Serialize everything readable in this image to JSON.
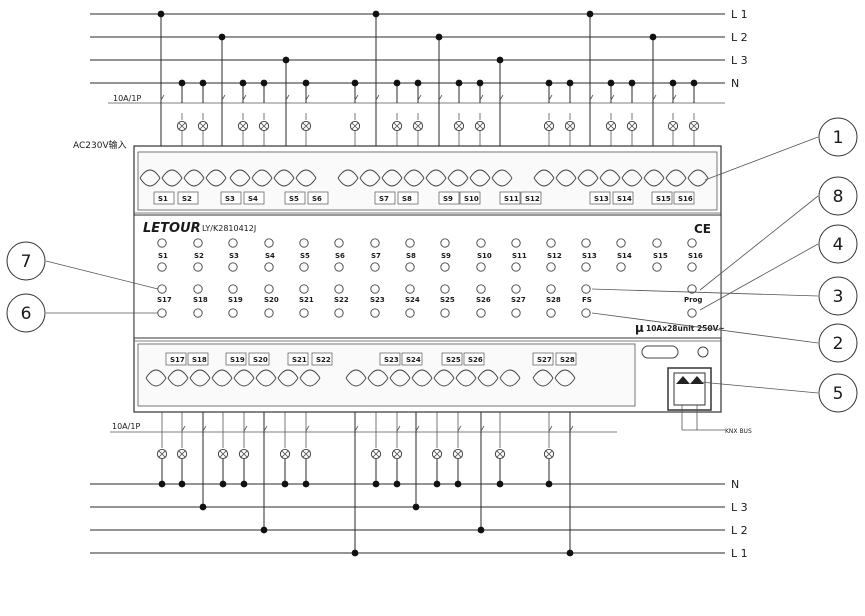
{
  "lines_top": [
    "L 1",
    "L 2",
    "L 3",
    "N"
  ],
  "lines_bottom": [
    "N",
    "L 3",
    "L 2",
    "L 1"
  ],
  "breaker_top": "10A/1P",
  "breaker_bottom": "10A/1P",
  "supply_label": "AC230V输入",
  "brand": "LETOUR",
  "model": "LY/K2810412J",
  "ce": "CE",
  "rating": "10Ax28unit 250V~",
  "mu": "µ",
  "knx_label": "KNX BUS",
  "fs_label": "FS",
  "prog_label": "Prog",
  "row1_labels": [
    "S1",
    "S2",
    "S3",
    "S4",
    "S5",
    "S6",
    "S7",
    "S8",
    "S9",
    "S10",
    "S11",
    "S12",
    "S13",
    "S14",
    "S15",
    "S16"
  ],
  "row2_labels": [
    "S17",
    "S18",
    "S19",
    "S20",
    "S21",
    "S22",
    "S23",
    "S24",
    "S25",
    "S26",
    "S27",
    "S28"
  ],
  "top_terminal_labels": [
    "S1",
    "S2",
    "S3",
    "S4",
    "S5",
    "S6",
    "S7",
    "S8",
    "S9",
    "S10",
    "S11",
    "S12",
    "S13",
    "S14",
    "S15",
    "S16"
  ],
  "bottom_terminal_labels": [
    "S17",
    "S18",
    "S19",
    "S20",
    "S21",
    "S22",
    "S23",
    "S24",
    "S25",
    "S26",
    "S27",
    "S28"
  ],
  "callouts": [
    "1",
    "2",
    "3",
    "4",
    "5",
    "6",
    "7",
    "8"
  ]
}
